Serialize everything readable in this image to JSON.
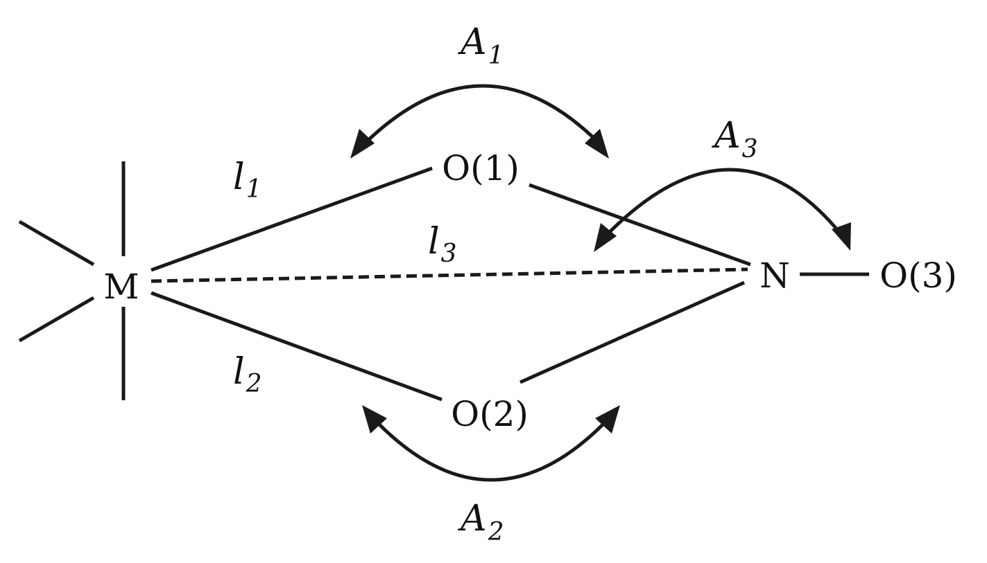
{
  "atoms": {
    "metal": "M",
    "oxygen1": "O(1)",
    "oxygen2": "O(2)",
    "oxygen3": "O(3)",
    "nitrogen": "N"
  },
  "bond_lengths": {
    "l1": {
      "symbol": "l",
      "subscript": "1"
    },
    "l2": {
      "symbol": "l",
      "subscript": "2"
    },
    "l3": {
      "symbol": "l",
      "subscript": "3"
    }
  },
  "angles": {
    "A1": {
      "symbol": "A",
      "subscript": "1"
    },
    "A2": {
      "symbol": "A",
      "subscript": "2"
    },
    "A3": {
      "symbol": "A",
      "subscript": "3"
    }
  }
}
